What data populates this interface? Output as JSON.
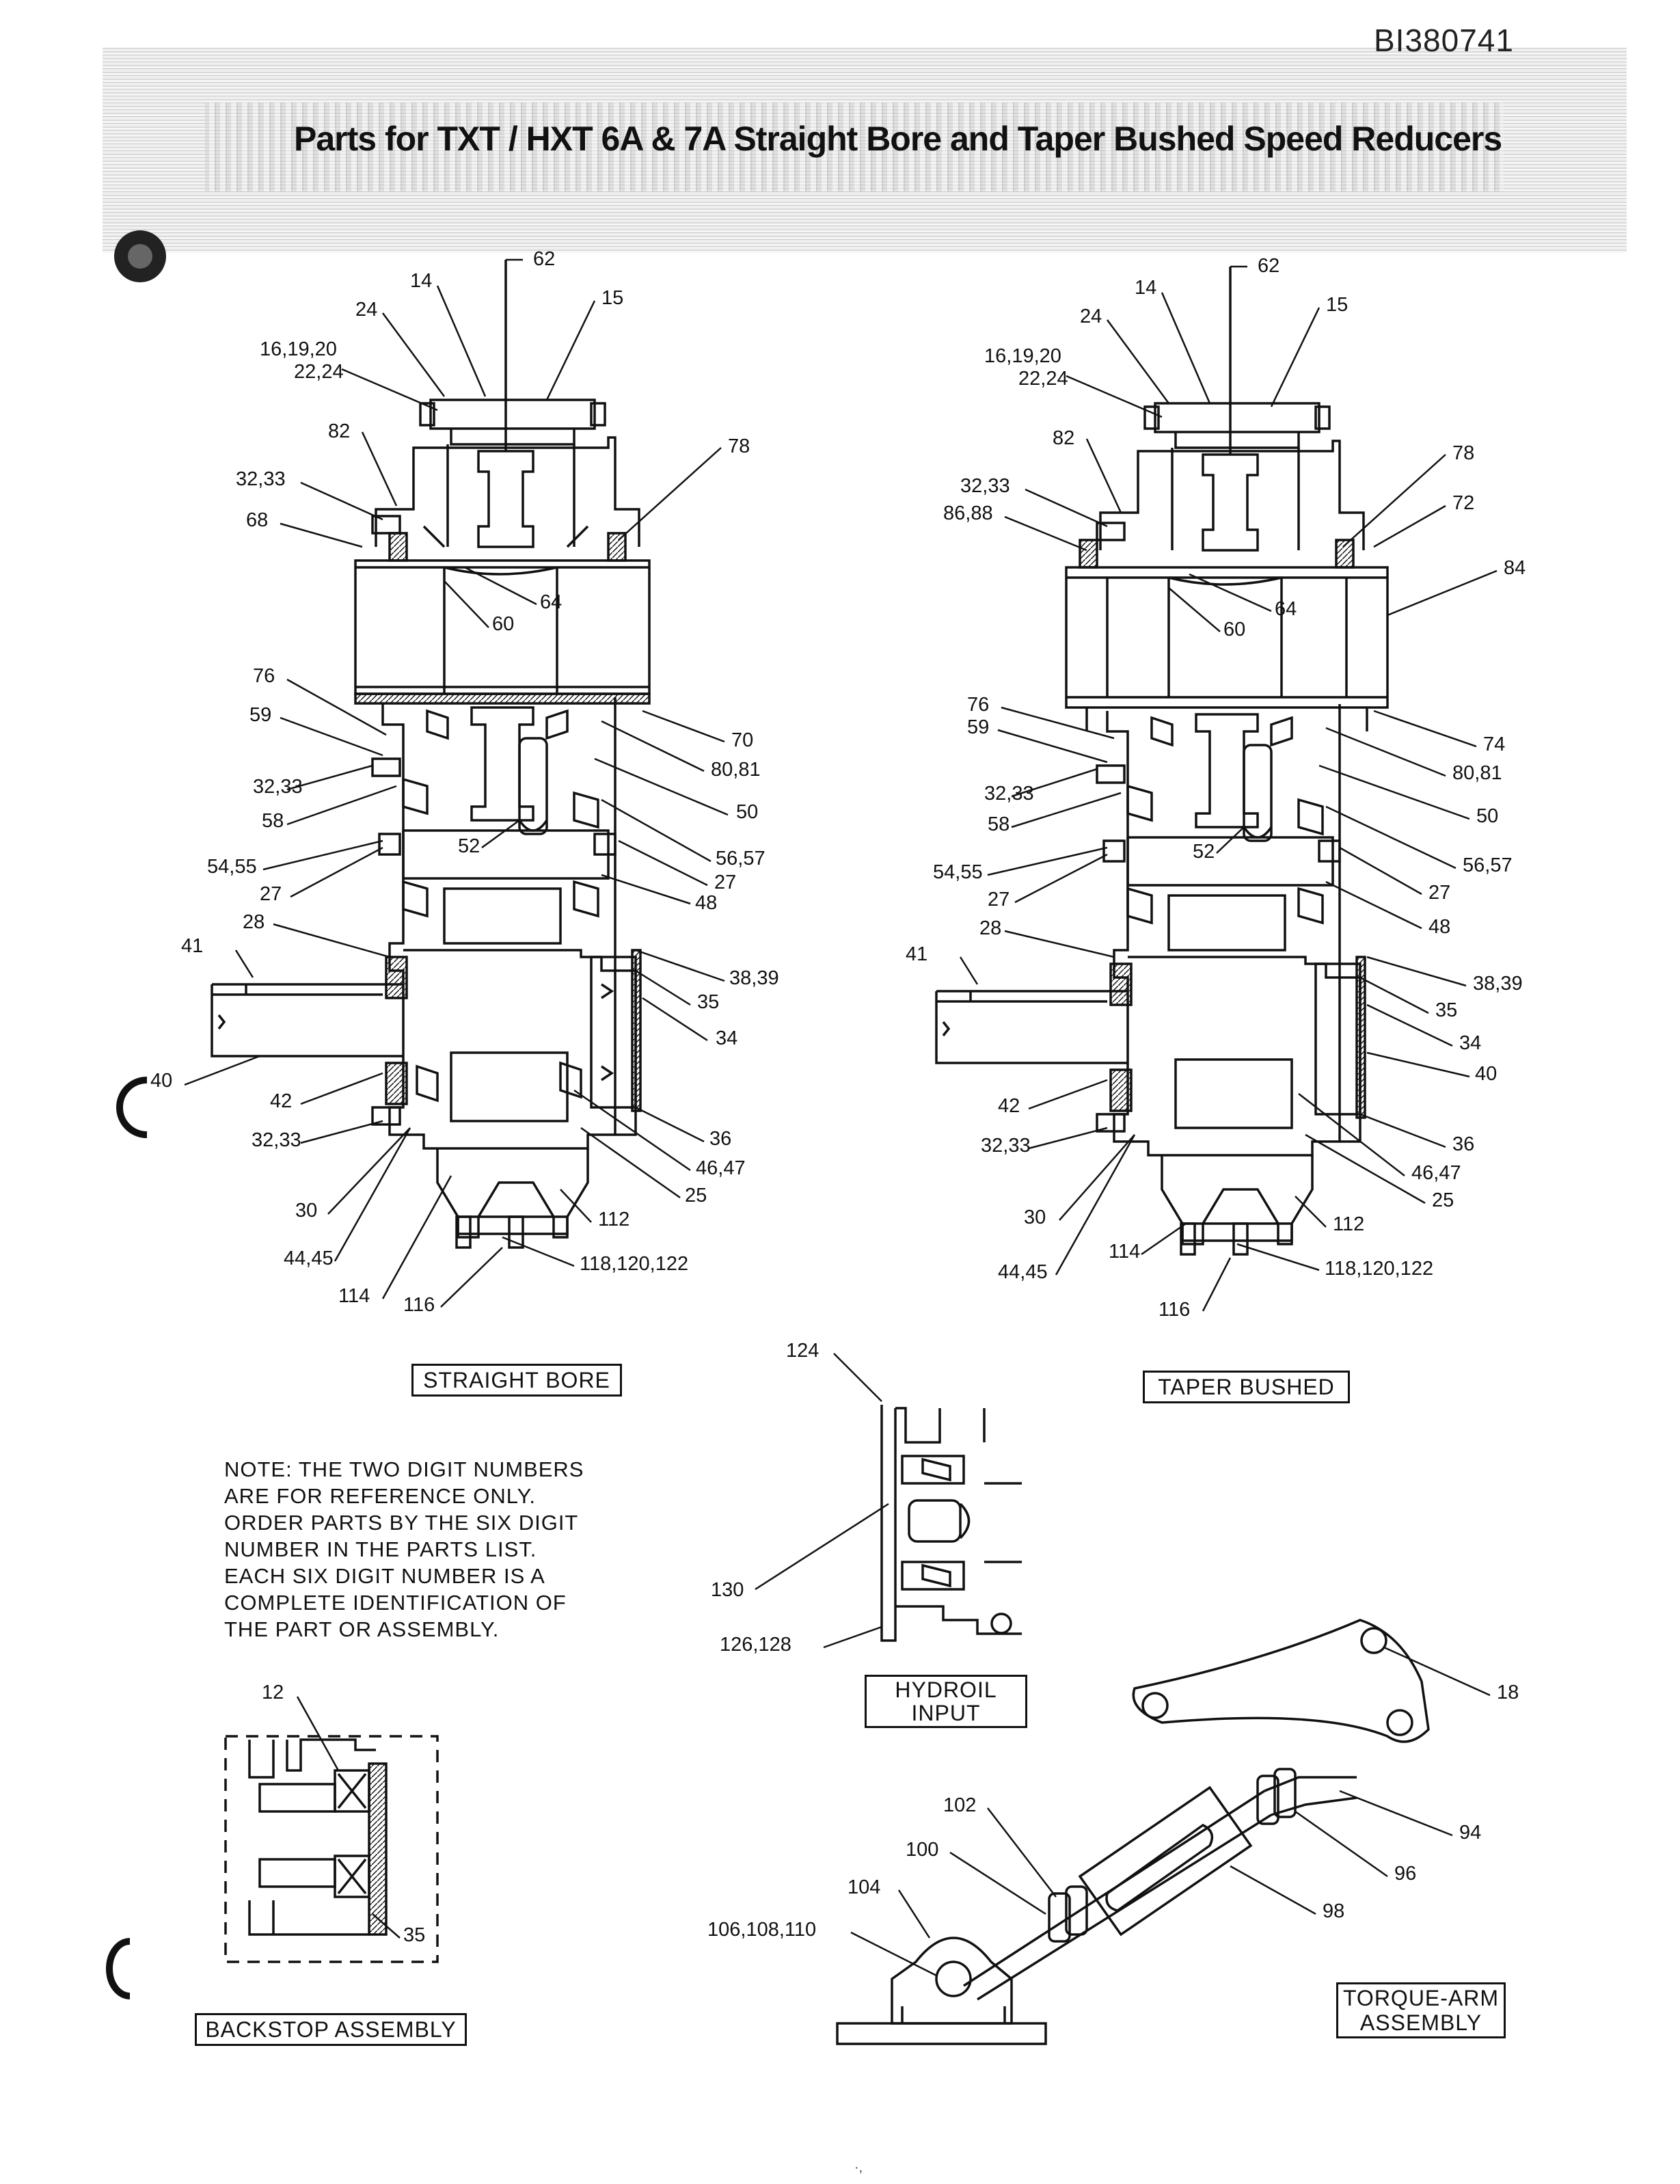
{
  "document": {
    "id": "BI380741",
    "title": "Parts for TXT / HXT  6A & 7A  Straight Bore and Taper Bushed Speed Reducers",
    "footer_mark": "·,"
  },
  "note": {
    "lines": [
      "NOTE: THE TWO DIGIT NUMBERS",
      "ARE FOR REFERENCE ONLY.",
      "ORDER PARTS BY THE SIX DIGIT",
      "NUMBER IN THE PARTS LIST.",
      "EACH SIX DIGIT NUMBER IS A",
      "COMPLETE IDENTIFICATION OF",
      "THE PART OR ASSEMBLY."
    ]
  },
  "views": {
    "straight_bore": {
      "label": "STRAIGHT  BORE",
      "callouts": [
        "62",
        "14",
        "15",
        "24",
        "16,19,20",
        "22,24",
        "82",
        "78",
        "32,33",
        "68",
        "64",
        "60",
        "76",
        "59",
        "70",
        "80,81",
        "32,33",
        "50",
        "58",
        "52",
        "56,57",
        "54,55",
        "27",
        "27",
        "48",
        "28",
        "41",
        "38,39",
        "35",
        "34",
        "40",
        "42",
        "36",
        "32,33",
        "46,47",
        "25",
        "30",
        "112",
        "44,45",
        "118,120,122",
        "114",
        "116"
      ]
    },
    "taper_bushed": {
      "label": "TAPER  BUSHED",
      "callouts": [
        "62",
        "14",
        "15",
        "24",
        "16,19,20",
        "22,24",
        "82",
        "78",
        "32,33",
        "72",
        "86,88",
        "84",
        "64",
        "60",
        "76",
        "74",
        "59",
        "80,81",
        "32,33",
        "50",
        "58",
        "52",
        "56,57",
        "54,55",
        "27",
        "27",
        "48",
        "28",
        "41",
        "38,39",
        "35",
        "34",
        "40",
        "42",
        "36",
        "32,33",
        "46,47",
        "25",
        "30",
        "112",
        "114",
        "118,120,122",
        "44,45",
        "116"
      ]
    },
    "hydroil_input": {
      "label_line1": "HYDROIL",
      "label_line2": "INPUT",
      "callouts": [
        "124",
        "130",
        "126,128"
      ]
    },
    "backstop": {
      "label": "BACKSTOP  ASSEMBLY",
      "callouts": [
        "12",
        "35"
      ]
    },
    "torque_arm": {
      "label_line1": "TORQUE-ARM",
      "label_line2": "ASSEMBLY",
      "callouts": [
        "18",
        "94",
        "102",
        "96",
        "100",
        "104",
        "98",
        "106,108,110"
      ]
    }
  }
}
